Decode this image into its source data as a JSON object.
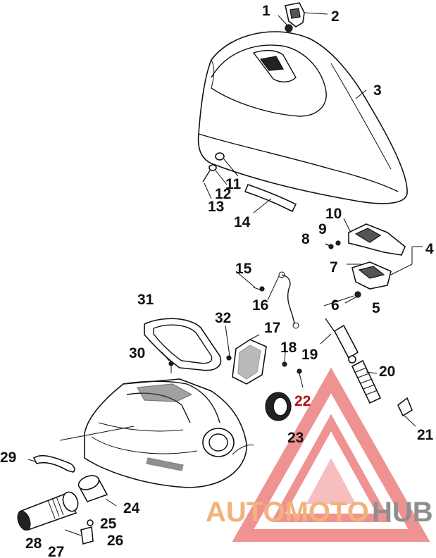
{
  "labels": [
    {
      "id": "1",
      "text": "1"
    },
    {
      "id": "2",
      "text": "2"
    },
    {
      "id": "3",
      "text": "3"
    },
    {
      "id": "4",
      "text": "4"
    },
    {
      "id": "5",
      "text": "5"
    },
    {
      "id": "6",
      "text": "6"
    },
    {
      "id": "7",
      "text": "7"
    },
    {
      "id": "8",
      "text": "8"
    },
    {
      "id": "9",
      "text": "9"
    },
    {
      "id": "10",
      "text": "10"
    },
    {
      "id": "11",
      "text": "11"
    },
    {
      "id": "12",
      "text": "12"
    },
    {
      "id": "13",
      "text": "13"
    },
    {
      "id": "14",
      "text": "14"
    },
    {
      "id": "15",
      "text": "15"
    },
    {
      "id": "16",
      "text": "16"
    },
    {
      "id": "17",
      "text": "17"
    },
    {
      "id": "18",
      "text": "18"
    },
    {
      "id": "19",
      "text": "19"
    },
    {
      "id": "20",
      "text": "20"
    },
    {
      "id": "21",
      "text": "21"
    },
    {
      "id": "22",
      "text": "22"
    },
    {
      "id": "23",
      "text": "23"
    },
    {
      "id": "24",
      "text": "24"
    },
    {
      "id": "25",
      "text": "25"
    },
    {
      "id": "26",
      "text": "26"
    },
    {
      "id": "27",
      "text": "27"
    },
    {
      "id": "28",
      "text": "28"
    },
    {
      "id": "29",
      "text": "29"
    },
    {
      "id": "30",
      "text": "30"
    },
    {
      "id": "31",
      "text": "31"
    },
    {
      "id": "32",
      "text": "32"
    }
  ],
  "watermark": {
    "word_auto": "AUTOMOTO",
    "word_hub": "HUB",
    "color_triangle": "#e23a3a",
    "color_auto": "#f2b27c",
    "color_hub": "#8f8f8f"
  }
}
